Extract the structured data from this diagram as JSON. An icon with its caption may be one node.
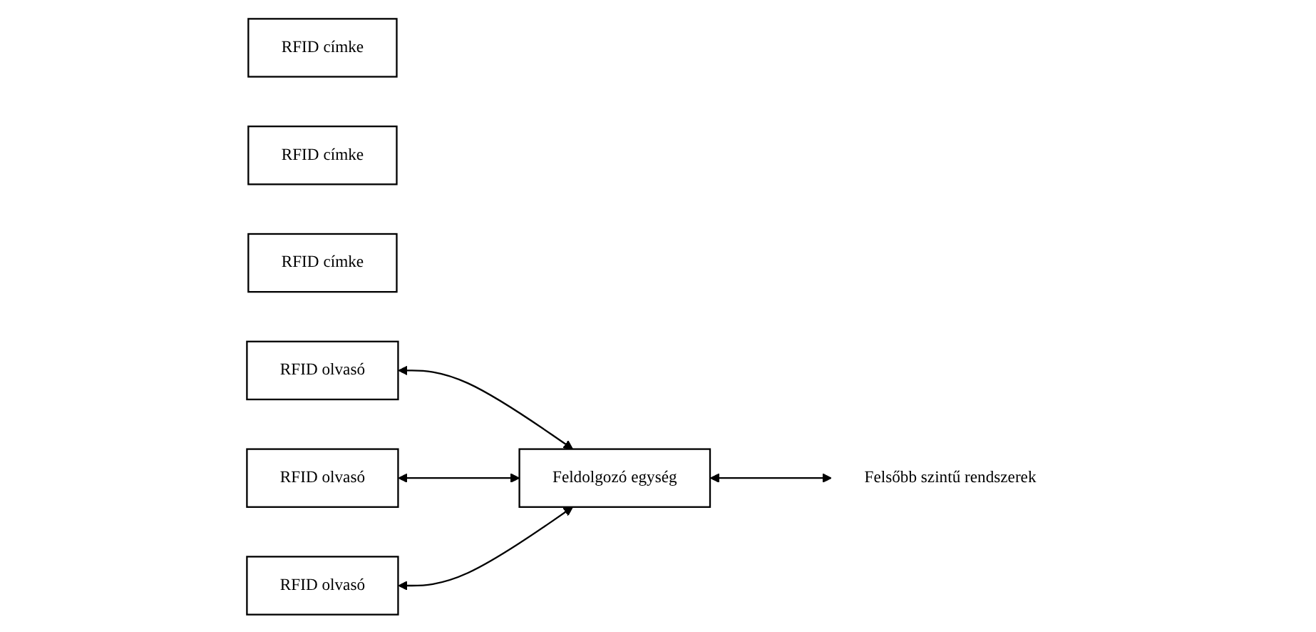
{
  "diagram": {
    "nodes": [
      {
        "text": [
          "RFID címke"
        ]
      },
      {
        "text": [
          "RFID címke"
        ]
      },
      {
        "text": [
          "RFID címke"
        ]
      },
      {
        "text": [
          "RFID olvasó"
        ]
      },
      {
        "text": [
          "RFID olvasó"
        ]
      },
      {
        "text": [
          "RFID olvasó"
        ]
      },
      {
        "text": [
          "Feldolgozó egység"
        ]
      },
      {
        "text": [
          "Felsőbb szintű rendszerek"
        ]
      }
    ],
    "edges": [
      {
        "from": 3,
        "to": 6,
        "arrow": "both"
      },
      {
        "from": 4,
        "to": 6,
        "arrow": "both"
      },
      {
        "from": 5,
        "to": 6,
        "arrow": "both"
      },
      {
        "from": 6,
        "to": 7,
        "arrow": "both"
      }
    ]
  }
}
